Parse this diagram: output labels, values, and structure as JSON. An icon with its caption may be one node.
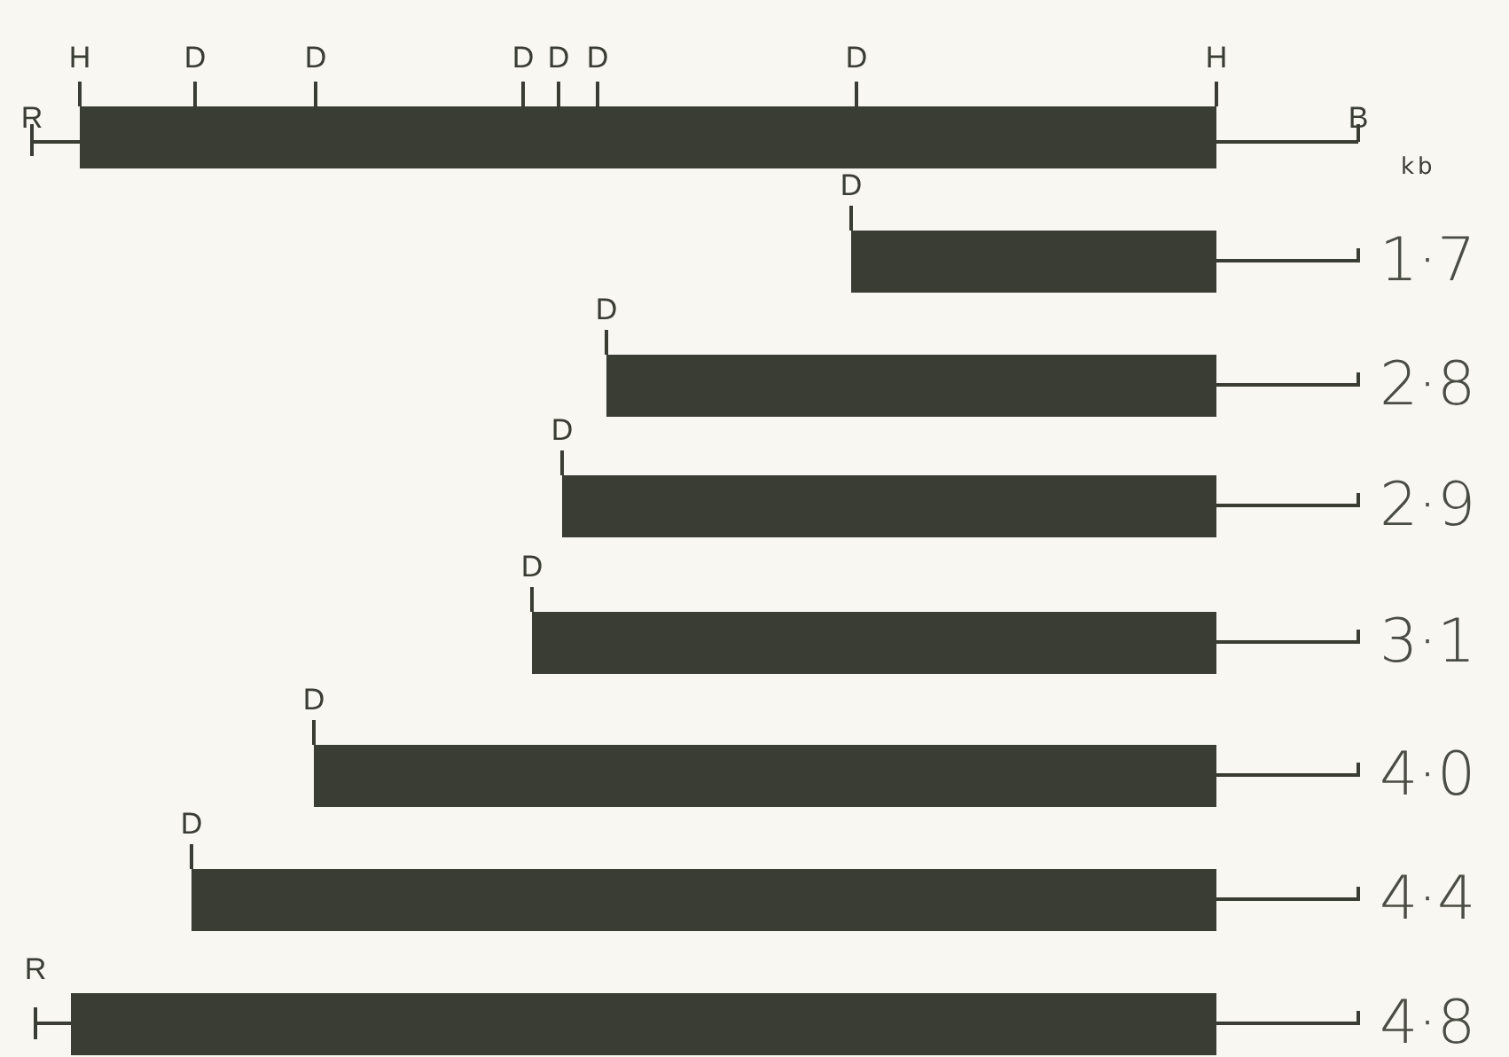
{
  "diagram": {
    "labels": [
      "H",
      "D",
      "D",
      "D",
      "D",
      "D",
      "D",
      "H",
      "R",
      "B",
      "kb",
      "D",
      "1·7",
      "D",
      "2·8",
      "D",
      "2·9",
      "D",
      "3·1",
      "D",
      "4·0",
      "D",
      "4·4",
      "R",
      "4·8"
    ]
  }
}
